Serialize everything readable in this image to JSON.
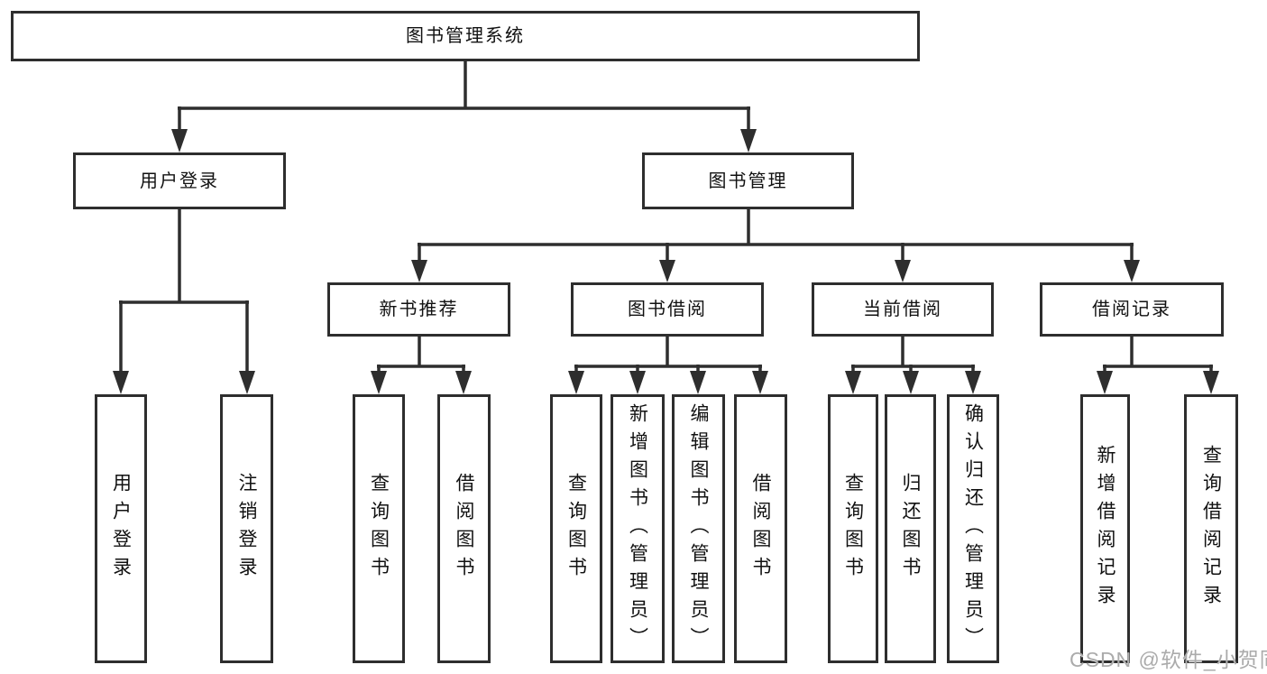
{
  "diagram": {
    "root": {
      "label": "图书管理系统"
    },
    "level2": {
      "user_login": {
        "label": "用户登录"
      },
      "book_management": {
        "label": "图书管理"
      }
    },
    "level3": {
      "new_book_recommend": {
        "label": "新书推荐"
      },
      "book_borrow": {
        "label": "图书借阅"
      },
      "current_borrow": {
        "label": "当前借阅"
      },
      "borrow_record": {
        "label": "借阅记录"
      }
    },
    "leaves": {
      "user_login": {
        "login": "用户登录",
        "logout": "注销登录"
      },
      "new_book_recommend": {
        "query_book": "查询图书",
        "borrow_book": "借阅图书"
      },
      "book_borrow": {
        "query_book": "查询图书",
        "add_book_admin": "新增图书（管理员）",
        "edit_book_admin": "编辑图书（管理员）",
        "borrow_book": "借阅图书"
      },
      "current_borrow": {
        "query_book": "查询图书",
        "return_book": "归还图书",
        "confirm_return_admin": "确认归还（管理员）"
      },
      "borrow_record": {
        "add_record": "新增借阅记录",
        "query_record": "查询借阅记录"
      }
    }
  },
  "watermark": {
    "text": "CSDN @软件_小贺同学"
  },
  "colors": {
    "line": "#2e2e2e",
    "text": "#111111",
    "background": "#ffffff",
    "watermark": "#ababab"
  }
}
